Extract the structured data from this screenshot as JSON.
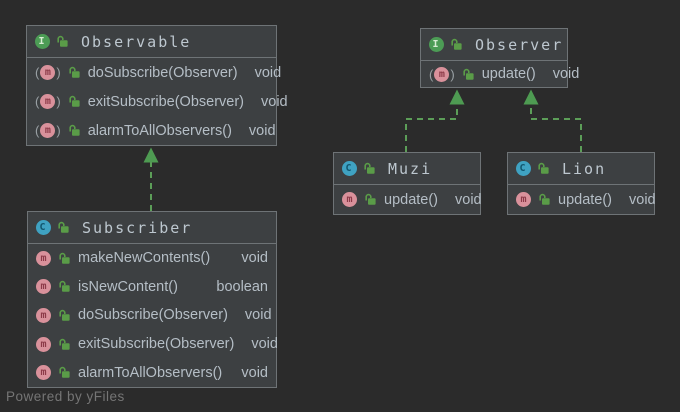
{
  "watermark": "Powered by yFiles",
  "icons": {
    "interface_letter": "I",
    "class_letter": "C",
    "method_letter": "m"
  },
  "colors": {
    "background": "#2b2b2b",
    "node_fill": "#3d4042",
    "node_border": "#6e7376",
    "edge_green": "#5c9e58",
    "arrowhead_green": "#4e9b52",
    "title_text": "#bdc7cf",
    "method_text": "#b5bec6",
    "interface_icon": "#4c9c55",
    "class_icon": "#3fa2c2",
    "method_icon": "#d9919b",
    "lock_green": "#5a9c48",
    "watermark_text": "#757575"
  },
  "nodes": {
    "observable": {
      "title": "Observable",
      "stereotype": "interface",
      "methods": [
        {
          "name": "doSubscribe(Observer)",
          "type": "void",
          "abstract": true
        },
        {
          "name": "exitSubscribe(Observer)",
          "type": "void",
          "abstract": true
        },
        {
          "name": "alarmToAllObservers()",
          "type": "void",
          "abstract": true
        }
      ]
    },
    "observer": {
      "title": "Observer",
      "stereotype": "interface",
      "methods": [
        {
          "name": "update()",
          "type": "void",
          "abstract": true
        }
      ]
    },
    "muzi": {
      "title": "Muzi",
      "stereotype": "class",
      "methods": [
        {
          "name": "update()",
          "type": "void",
          "abstract": false
        }
      ]
    },
    "lion": {
      "title": "Lion",
      "stereotype": "class",
      "methods": [
        {
          "name": "update()",
          "type": "void",
          "abstract": false
        }
      ]
    },
    "subscriber": {
      "title": "Subscriber",
      "stereotype": "class",
      "methods": [
        {
          "name": "makeNewContents()",
          "type": "void",
          "abstract": false
        },
        {
          "name": "isNewContent()",
          "type": "boolean",
          "abstract": false
        },
        {
          "name": "doSubscribe(Observer)",
          "type": "void",
          "abstract": false
        },
        {
          "name": "exitSubscribe(Observer)",
          "type": "void",
          "abstract": false
        },
        {
          "name": "alarmToAllObservers()",
          "type": "void",
          "abstract": false
        }
      ]
    }
  },
  "edges": [
    {
      "from": "Subscriber",
      "to": "Observable",
      "type": "realization"
    },
    {
      "from": "Muzi",
      "to": "Observer",
      "type": "realization"
    },
    {
      "from": "Lion",
      "to": "Observer",
      "type": "realization"
    }
  ]
}
